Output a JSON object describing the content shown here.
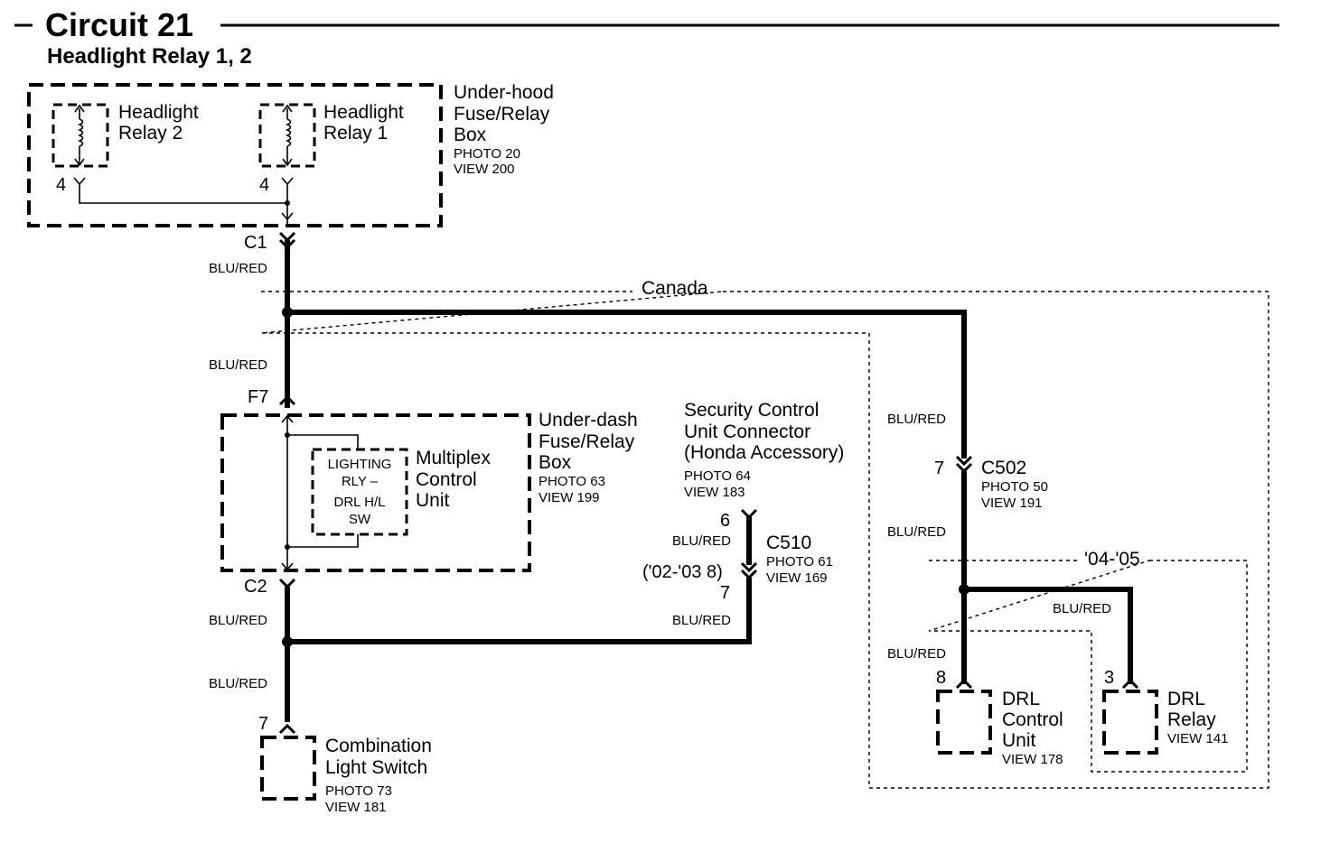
{
  "title": "Circuit 21",
  "subtitle": "Headlight Relay 1, 2",
  "under_hood_box": {
    "label_lines": [
      "Under-hood",
      "Fuse/Relay",
      "Box"
    ],
    "photo": "PHOTO 20",
    "view": "VIEW 200",
    "relay2_lines": [
      "Headlight",
      "Relay 2"
    ],
    "relay1_lines": [
      "Headlight",
      "Relay 1"
    ],
    "relay2_pin": "4",
    "relay1_pin": "4",
    "connector": "C1"
  },
  "wire_color": "BLU/RED",
  "canada": "Canada",
  "under_dash_box": {
    "label_lines": [
      "Under-dash",
      "Fuse/Relay",
      "Box"
    ],
    "photo": "PHOTO 63",
    "view": "VIEW 199",
    "connector_top": "F7",
    "connector_bottom": "C2",
    "mcu_lines": [
      "Multiplex",
      "Control",
      "Unit"
    ],
    "relay_lines": [
      "LIGHTING",
      "RLY –",
      "DRL H/L",
      "SW"
    ]
  },
  "security": {
    "label_lines": [
      "Security Control",
      "Unit Connector",
      "(Honda Accessory)"
    ],
    "photo": "PHOTO 64",
    "view": "VIEW 183",
    "pin_top": "6",
    "connector": "C510",
    "conn_photo": "PHOTO 61",
    "conn_view": "VIEW 169",
    "variant": "('02-'03 8)",
    "pin_bottom": "7"
  },
  "c502": {
    "pin": "7",
    "connector": "C502",
    "photo": "PHOTO 50",
    "view": "VIEW 191"
  },
  "years": "'04-'05",
  "drl_control": {
    "pin": "8",
    "label_lines": [
      "DRL",
      "Control",
      "Unit"
    ],
    "view": "VIEW 178"
  },
  "drl_relay": {
    "pin": "3",
    "label_lines": [
      "DRL",
      "Relay"
    ],
    "view": "VIEW 141"
  },
  "combination_switch": {
    "pin": "7",
    "label_lines": [
      "Combination",
      "Light Switch"
    ],
    "photo": "PHOTO 73",
    "view": "VIEW 181"
  }
}
